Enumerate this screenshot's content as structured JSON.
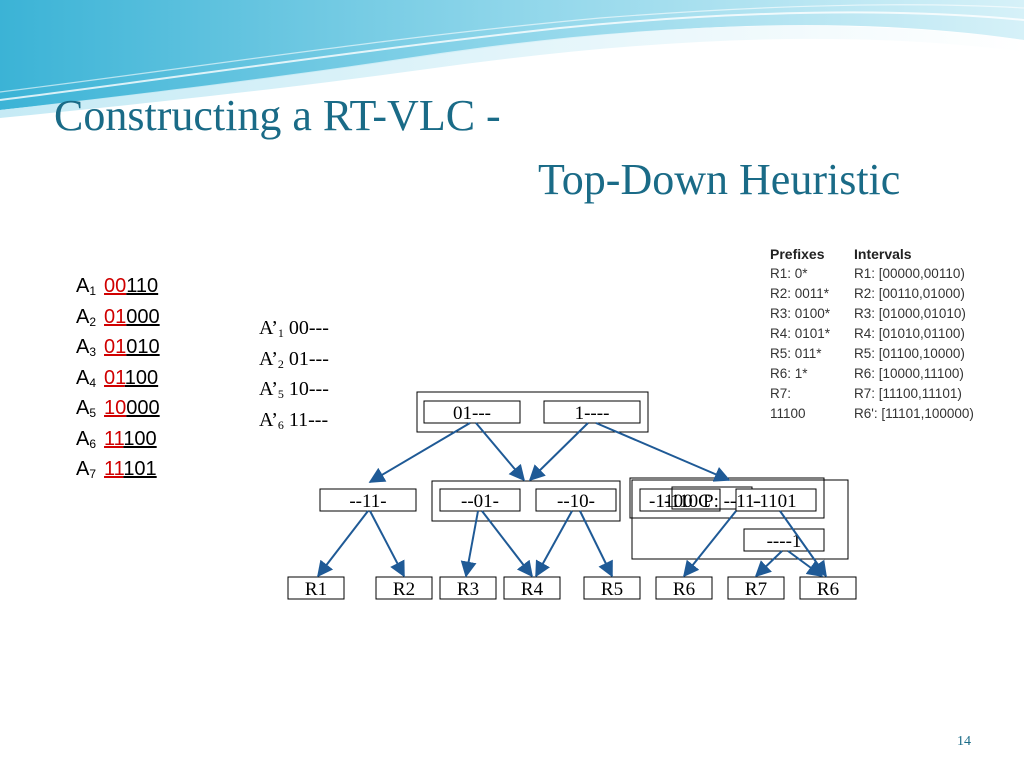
{
  "title": {
    "line1": "Constructing a RT-VLC -",
    "line2": "Top-Down Heuristic"
  },
  "actions": [
    {
      "label": "A",
      "sub": "1",
      "prefix": "00",
      "rest": "110"
    },
    {
      "label": "A",
      "sub": "2",
      "prefix": "01",
      "rest": "000"
    },
    {
      "label": "A",
      "sub": "3",
      "prefix": "01",
      "rest": "010"
    },
    {
      "label": "A",
      "sub": "4",
      "prefix": "01",
      "rest": "100"
    },
    {
      "label": "A",
      "sub": "5",
      "prefix": "10",
      "rest": "000"
    },
    {
      "label": "A",
      "sub": "6",
      "prefix": "11",
      "rest": "100"
    },
    {
      "label": "A",
      "sub": "7",
      "prefix": "11",
      "rest": "101"
    }
  ],
  "reduced_actions": [
    {
      "label": "A’",
      "sub": "1",
      "code": "00---"
    },
    {
      "label": "A’",
      "sub": "2",
      "code": "01---"
    },
    {
      "label": "A’",
      "sub": "5",
      "code": "10---"
    },
    {
      "label": "A’",
      "sub": "6",
      "code": "11---"
    }
  ],
  "table": {
    "prefixes_header": "Prefixes",
    "intervals_header": "Intervals",
    "prefixes": [
      "R1: 0*",
      "R2: 0011*",
      "R3: 0100*",
      "R4: 0101*",
      "R5: 011*",
      "R6: 1*",
      "R7:",
      "11100"
    ],
    "intervals": [
      "R1: [00000,00110)",
      "R2: [00110,01000)",
      "R3: [01000,01010)",
      "R4: [01010,01100)",
      "R5: [01100,10000)",
      "R6: [10000,11100)",
      "R7: [11100,11101)",
      "R6': [11101,100000)"
    ]
  },
  "diagram": {
    "top": [
      "01---",
      "1----"
    ],
    "level2_left": "--11-",
    "level2_mid": [
      "--01-",
      "--10-"
    ],
    "level2_right_overlap": "-110C",
    "level2_right_text1": "-1100",
    "level2_right_text2": "P: --11-",
    "level2_right_text3": "-1101",
    "level3": "----1",
    "leaves": [
      "R1",
      "R2",
      "R3",
      "R4",
      "R5",
      "R6",
      "R7",
      "R6"
    ]
  },
  "page_number": "14",
  "colors": {
    "title": "#1a6b87",
    "highlight": "#d00000",
    "arrow": "#1f5a96"
  }
}
